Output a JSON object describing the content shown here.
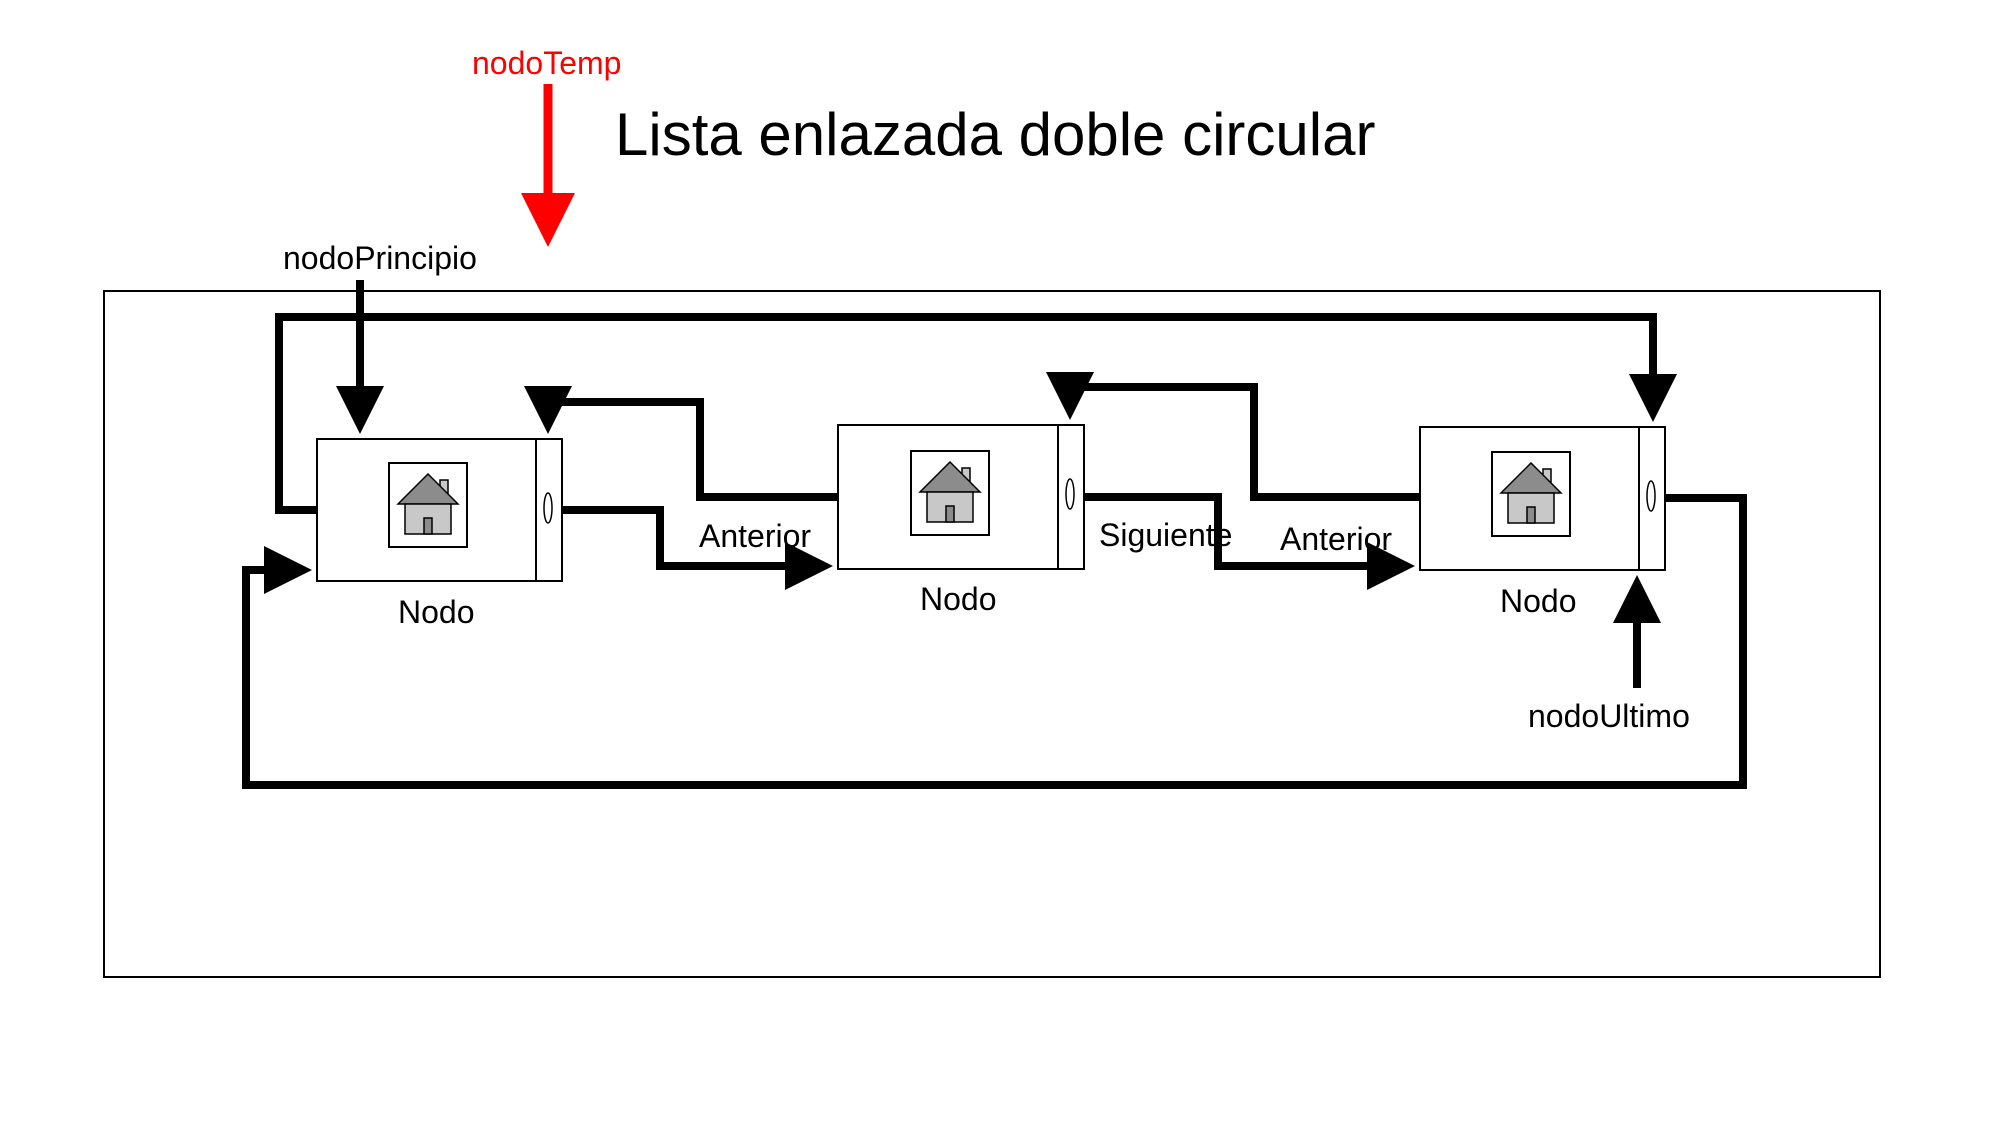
{
  "title": "Lista enlazada doble circular",
  "pointers": {
    "temp": {
      "label": "nodoTemp",
      "color": "#ff0000"
    },
    "principio": {
      "label": "nodoPrincipio"
    },
    "ultimo": {
      "label": "nodoUltimo"
    }
  },
  "nodes": [
    {
      "label": "Nodo",
      "icon": "house-icon"
    },
    {
      "label": "Nodo",
      "icon": "house-icon"
    },
    {
      "label": "Nodo",
      "icon": "house-icon"
    }
  ],
  "links": {
    "anterior_1": "Anterior",
    "siguiente": "Siguiente",
    "anterior_2": "Anterior"
  }
}
